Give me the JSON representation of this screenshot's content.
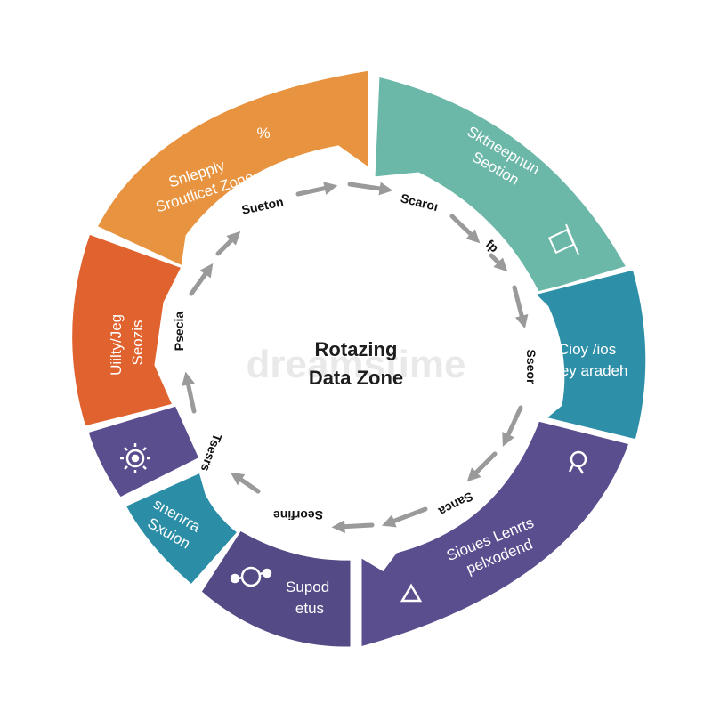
{
  "center": {
    "line1": "Rotazing",
    "line2": "Data Zone",
    "watermark": "dreamstime"
  },
  "colors": {
    "orange": "#E8933F",
    "red_orange": "#E0622F",
    "teal_green": "#6BB7A8",
    "teal_blue": "#2E8FA8",
    "purple": "#5B4E8E",
    "dark_purple": "#544A85",
    "teal": "#2B8DA6",
    "arrow_gray": "#9A9A9A"
  },
  "segments": [
    {
      "id": "orange",
      "lines": [
        "Snlepply",
        "Sroutlicet Zone"
      ],
      "icon": "percent-icon",
      "icon_glyph": "%"
    },
    {
      "id": "teal-green",
      "lines": [
        "Sktneepnun",
        "Seotion"
      ],
      "icon": "document-icon"
    },
    {
      "id": "teal-blue",
      "lines": [
        "Cioy /ios",
        "Sey aradeh"
      ]
    },
    {
      "id": "purple-large",
      "lines": [
        "Sioues Lenrts",
        "pelxodend"
      ],
      "icon": "warning-triangle-icon"
    },
    {
      "id": "purple-bottom",
      "lines": [
        "Supod",
        "etus"
      ],
      "icon": "network-icon"
    },
    {
      "id": "teal-small",
      "lines": [
        "Sxuion",
        "snenrra"
      ]
    },
    {
      "id": "purple-small",
      "lines": [],
      "icon": "gear-icon"
    },
    {
      "id": "red-orange",
      "lines": [
        "Uiilty/Jeg",
        "Seozis"
      ]
    }
  ],
  "inner_labels": [
    {
      "id": "top-left",
      "text": "Sueton"
    },
    {
      "id": "top",
      "text": "Scaroı"
    },
    {
      "id": "top-right",
      "text": "fp"
    },
    {
      "id": "right",
      "text": "Sseor"
    },
    {
      "id": "bottom-right",
      "text": "Sanca"
    },
    {
      "id": "bottom",
      "text": "Seorfine"
    },
    {
      "id": "bottom-left",
      "text": "Tsesrs"
    },
    {
      "id": "left",
      "text": "Psecia"
    }
  ]
}
